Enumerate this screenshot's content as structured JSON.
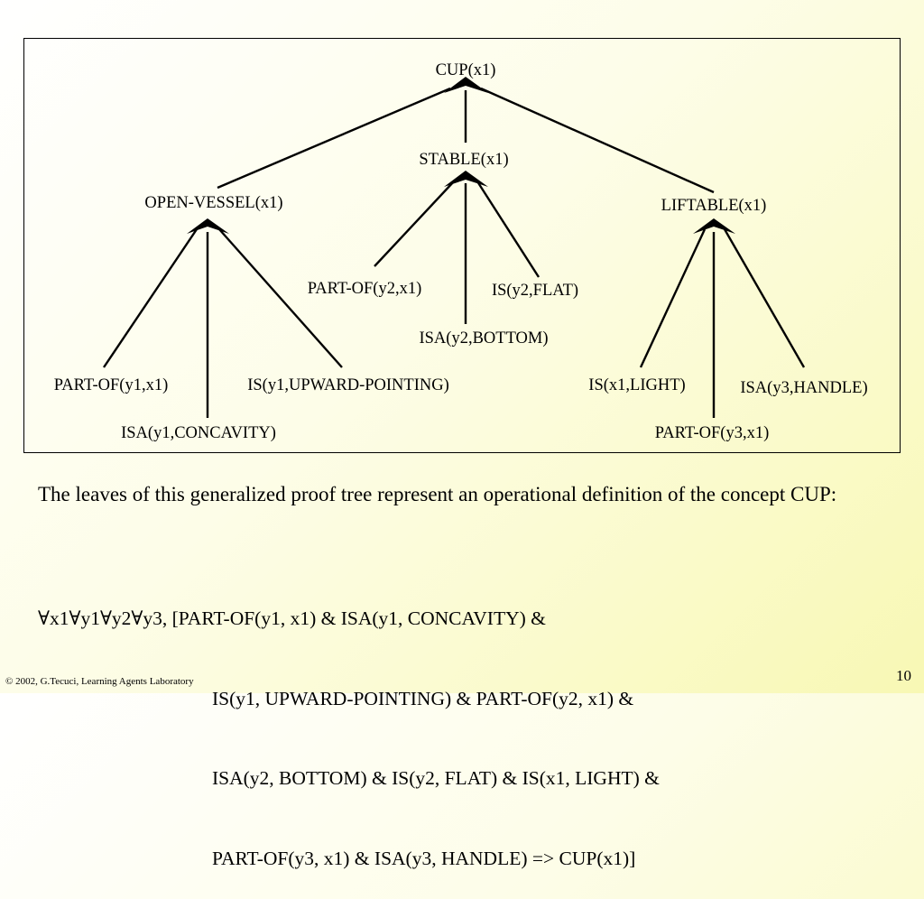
{
  "tree": {
    "root": "CUP(x1)",
    "stable": "STABLE(x1)",
    "open_vessel": "OPEN-VESSEL(x1)",
    "liftable": "LIFTABLE(x1)",
    "leaves": {
      "part_of_y2_x1": "PART-OF(y2,x1)",
      "is_y2_flat": "IS(y2,FLAT)",
      "isa_y2_bottom": "ISA(y2,BOTTOM)",
      "part_of_y1_x1": "PART-OF(y1,x1)",
      "is_y1_upward": "IS(y1,UPWARD-POINTING)",
      "isa_y1_concavity": "ISA(y1,CONCAVITY)",
      "is_x1_light": "IS(x1,LIGHT)",
      "isa_y3_handle": "ISA(y3,HANDLE)",
      "part_of_y3_x1": "PART-OF(y3,x1)"
    }
  },
  "caption": "The leaves of this generalized proof tree represent an operational definition of the concept CUP:",
  "formula": {
    "line1": "∀x1∀y1∀y2∀y3, [PART-OF(y1, x1) & ISA(y1, CONCAVITY) &",
    "line2": "IS(y1, UPWARD-POINTING) & PART-OF(y2, x1) &",
    "line3": "ISA(y2, BOTTOM) & IS(y2, FLAT) & IS(x1, LIGHT) &",
    "line4": "PART-OF(y3, x1) & ISA(y3, HANDLE) => CUP(x1)]"
  },
  "footer": "© 2002, G.Tecuci, Learning Agents Laboratory",
  "page_number": "10"
}
